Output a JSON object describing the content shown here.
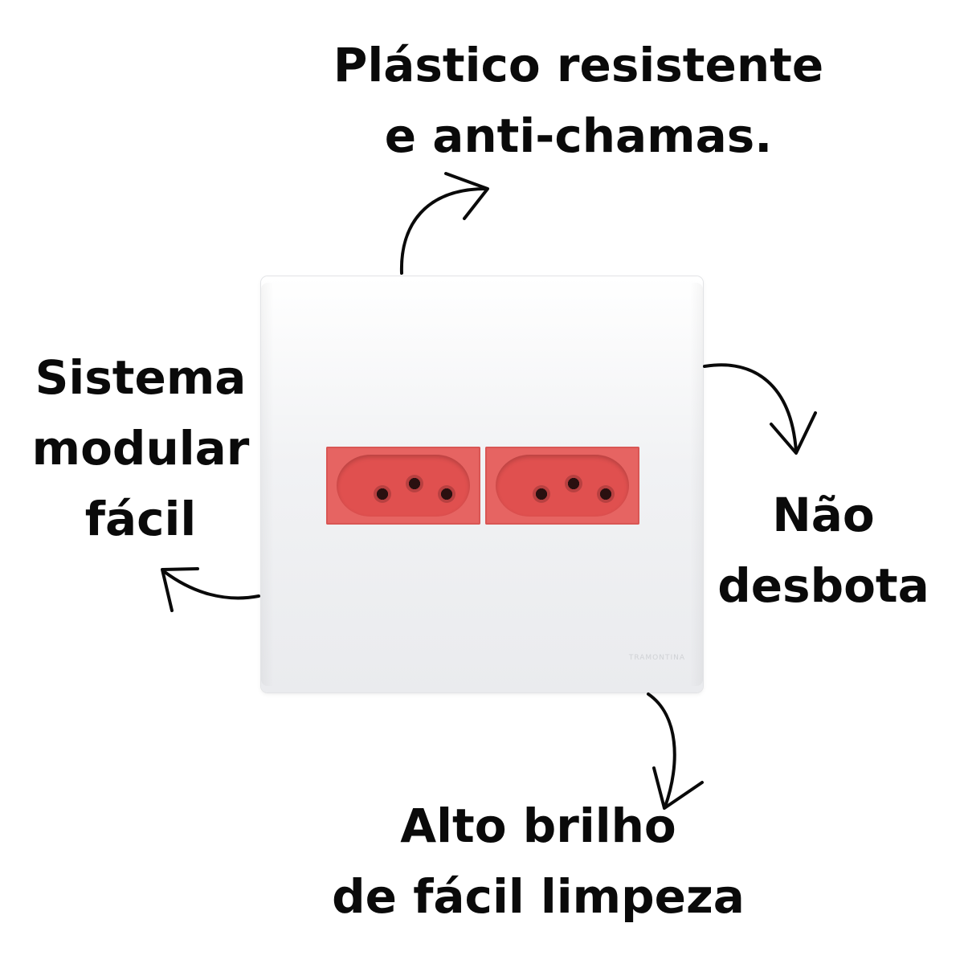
{
  "callouts": {
    "top": {
      "line1": "Plástico resistente",
      "line2": "e anti-chamas."
    },
    "left": {
      "line1": "Sistema",
      "line2": "modular",
      "line3": "fácil"
    },
    "right": {
      "line1": "Não",
      "line2": "desbota"
    },
    "bottom": {
      "line1": "Alto brilho",
      "line2": "de fácil limpeza"
    }
  },
  "product": {
    "brand": "TRAMONTINA",
    "sockets": 2,
    "plate_color": "#ffffff",
    "socket_color": "#e66462"
  },
  "icons": [
    "curved-arrow-icon"
  ]
}
